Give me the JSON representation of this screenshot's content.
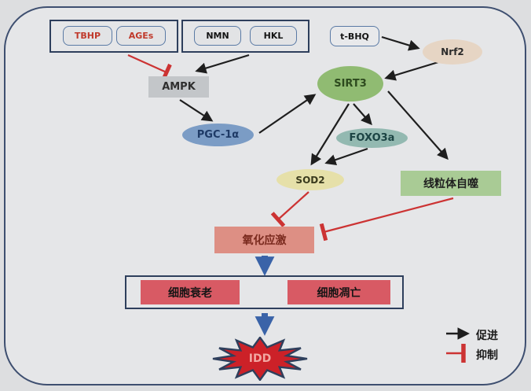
{
  "nodes": {
    "tbhp": {
      "label": "TBHP"
    },
    "ages": {
      "label": "AGEs"
    },
    "nmn": {
      "label": "NMN"
    },
    "hkl": {
      "label": "HKL"
    },
    "tbhq": {
      "label": "t-BHQ"
    },
    "nrf2": {
      "label": "Nrf2"
    },
    "ampk": {
      "label": "AMPK"
    },
    "sirt3": {
      "label": "SIRT3"
    },
    "pgc1a": {
      "label": "PGC-1α"
    },
    "foxo3a": {
      "label": "FOXO3a"
    },
    "sod2": {
      "label": "SOD2"
    },
    "mitophagy": {
      "label": "线粒体自噬"
    },
    "oxidative_stress": {
      "label": "氧化应激"
    },
    "cell_senescence": {
      "label": "细胞衰老"
    },
    "cell_apoptosis": {
      "label": "细胞凋亡"
    },
    "idd": {
      "label": "IDD"
    }
  },
  "legend": {
    "promote": "促进",
    "inhibit": "抑制"
  },
  "edges": [
    {
      "from": "TBHP/AGEs",
      "to": "AMPK",
      "type": "inhibit"
    },
    {
      "from": "NMN/HKL",
      "to": "AMPK",
      "type": "promote"
    },
    {
      "from": "t-BHQ",
      "to": "Nrf2",
      "type": "promote"
    },
    {
      "from": "Nrf2",
      "to": "SIRT3",
      "type": "promote"
    },
    {
      "from": "AMPK",
      "to": "PGC-1α",
      "type": "promote"
    },
    {
      "from": "PGC-1α",
      "to": "SIRT3",
      "type": "promote"
    },
    {
      "from": "SIRT3",
      "to": "FOXO3a",
      "type": "promote"
    },
    {
      "from": "SIRT3",
      "to": "SOD2",
      "type": "promote"
    },
    {
      "from": "FOXO3a",
      "to": "SOD2",
      "type": "promote"
    },
    {
      "from": "SIRT3",
      "to": "线粒体自噬",
      "type": "promote"
    },
    {
      "from": "SOD2",
      "to": "氧化应激",
      "type": "inhibit"
    },
    {
      "from": "线粒体自噬",
      "to": "氧化应激",
      "type": "inhibit"
    },
    {
      "from": "氧化应激",
      "to": "细胞衰老/细胞凋亡",
      "type": "promote"
    },
    {
      "from": "细胞衰老/细胞凋亡",
      "to": "IDD",
      "type": "promote"
    }
  ],
  "colors": {
    "frame_border": "#3e4f70",
    "background": "#e5e6e8",
    "stimulus_text_red": "#c0392b",
    "ampk_fill": "#c3c6c9",
    "sirt3_fill": "#90bb72",
    "nrf2_fill": "#e6d5c4",
    "pgc1a_fill": "#7b9cc5",
    "foxo3a_fill": "#93b9b1",
    "sod2_fill": "#e6e0a9",
    "mitophagy_fill": "#a9cb95",
    "oxidative_stress_fill": "#dd8f84",
    "cell_box_fill": "#d85a64",
    "idd_fill": "#cc2128",
    "promote_arrow": "#1e1e1e",
    "inhibit_arrow": "#cc3333",
    "flow_arrow_blue": "#3a63a8"
  }
}
